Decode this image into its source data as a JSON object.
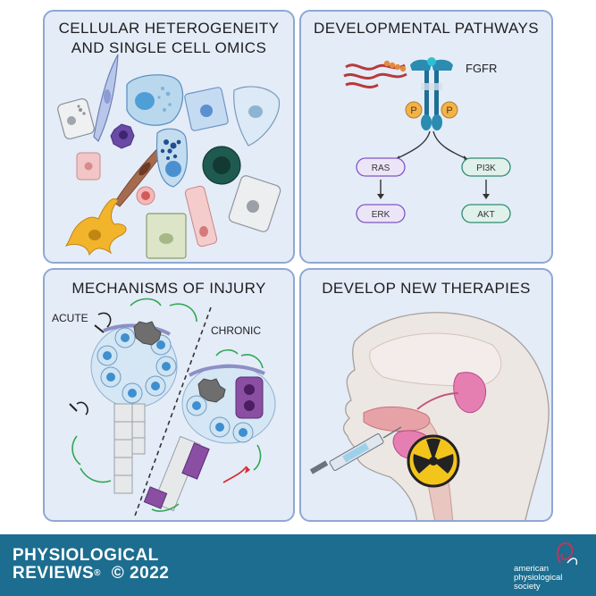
{
  "panels": {
    "cellular": {
      "title_line1": "CELLULAR HETEROGENEITY",
      "title_line2": "AND SINGLE CELL OMICS"
    },
    "developmental": {
      "title": "DEVELOPMENTAL PATHWAYS",
      "receptor_label": "FGFR",
      "phospho_label": "P",
      "nodes": {
        "ras": "RAS",
        "erk": "ERK",
        "pi3k": "PI3K",
        "akt": "AKT"
      }
    },
    "injury": {
      "title": "MECHANISMS OF INJURY",
      "acute_label": "ACUTE",
      "chronic_label": "CHRONIC"
    },
    "therapies": {
      "title": "DEVELOP NEW THERAPIES"
    }
  },
  "footer": {
    "journal_line1": "PHYSIOLOGICAL",
    "journal_line2": "REVIEWS",
    "trademark": "®",
    "copyright": "© 2022",
    "publisher_line1": "american",
    "publisher_line2": "physiological",
    "publisher_line3": "society",
    "colors": {
      "background": "#1c6d8f",
      "text": "#ffffff",
      "logo_accent": "#c0365c"
    }
  },
  "colors": {
    "panel_bg": "#e4ecf8",
    "panel_border": "#8ea8d3",
    "ras_erk": "#7e57c2",
    "pi3k_akt": "#2e8b6e",
    "injury_arrow": "#2fa84f",
    "injury_arrow_chronic": "#d32f2f"
  }
}
